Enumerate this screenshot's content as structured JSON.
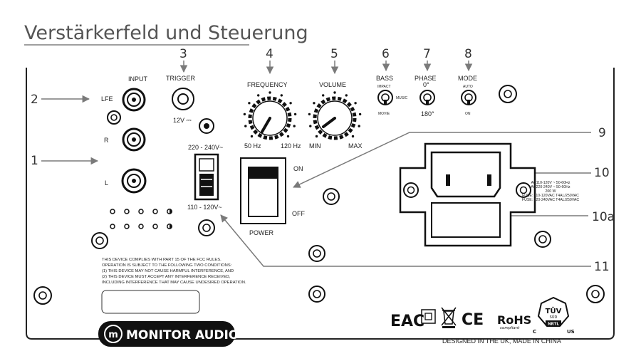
{
  "title": "Verstärkerfeld und Steuerung",
  "callouts": {
    "n1": "1",
    "n2": "2",
    "n3": "3",
    "n4": "4",
    "n5": "5",
    "n6": "6",
    "n7": "7",
    "n8": "8",
    "n9": "9",
    "n10": "10",
    "n10a": "10a",
    "n11": "11"
  },
  "inputs": {
    "input": "INPUT",
    "lfe": "LFE",
    "r": "R",
    "l": "L"
  },
  "trigger": {
    "label": "TRIGGER",
    "voltage": "12V ⎓"
  },
  "voltage_switch": {
    "high": "220 - 240V~",
    "low": "110 - 120V~"
  },
  "power": {
    "on": "ON",
    "off": "OFF",
    "label": "POWER"
  },
  "frequency": {
    "label": "FREQUENCY",
    "min": "50 Hz",
    "max": "120 Hz"
  },
  "volume": {
    "label": "VOLUME",
    "min": "MIN",
    "max": "MAX"
  },
  "bass": {
    "label": "BASS",
    "impact": "IMPACT",
    "music": "MUSIC",
    "movie": "MOVIE"
  },
  "phase": {
    "label": "PHASE",
    "zero": "0°",
    "one_eighty": "180°"
  },
  "mode": {
    "label": "MODE",
    "auto": "AUTO",
    "on": "ON"
  },
  "mains_specs": [
    "AC110-120V ~ 50-60Hz",
    "AC220-240V ~ 50-60Hz",
    "200 W",
    "FUSE: 110-120VAC T4AL/250VAC",
    "FUSE: 220-240VAC T4AL/250VAC"
  ],
  "fcc_notice": [
    "THIS DEVICE COMPLIES WITH PART 15 OF THE FCC RULES.",
    "OPERATION IS SUBJECT TO THE FOLLOWING TWO CONDITIONS:",
    "(1) THIS DEVICE MAY NOT CAUSE HARMFUL INTERFERENCE, AND",
    "(2) THIS DEVICE MUST ACCEPT ANY INTERFERENCE RECEIVED,",
    "INCLUDING INTERFERENCE THAT MAY CAUSE UNDESIRED OPERATION."
  ],
  "brand": {
    "name": "MONITOR AUDIO",
    "logo_letters": "m"
  },
  "certs": {
    "eac": "EAC",
    "ce": "CE",
    "rohs": "RoHS",
    "rohs_sub": "compliant",
    "tuv": "TÜV",
    "tuv_sub": "SÜD",
    "nrtl": "NRTL",
    "c": "C",
    "us": "US"
  },
  "origin": "DESIGNED IN THE UK, MADE IN CHINA"
}
